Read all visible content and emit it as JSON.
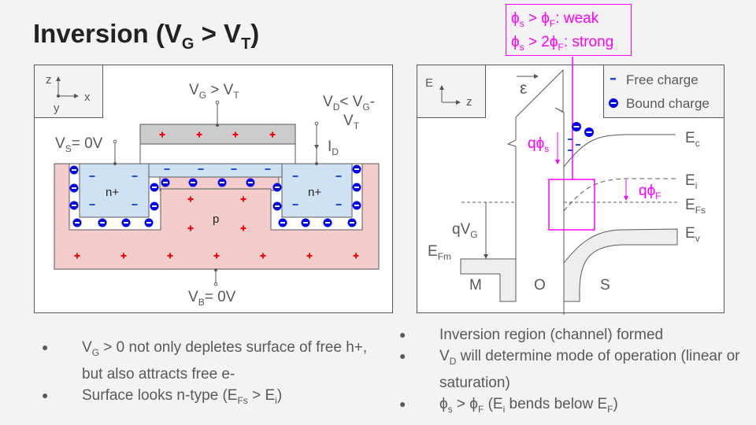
{
  "title": {
    "main": "Inversion (V",
    "sub1": "G",
    "mid": " > V",
    "sub2": "T",
    "end": ")"
  },
  "colors": {
    "accent": "#ff00ff",
    "bound_charge": "#0000ee",
    "free_charge": "#1f4fd6",
    "plus": "#ff0000",
    "substrate": "#f4cccc",
    "nplus": "#cfe2f3",
    "gate": "#cccccc"
  },
  "mosfet": {
    "axes": {
      "z": "z",
      "x": "x",
      "y": "y"
    },
    "gate_label": {
      "v": "V",
      "sub": "G",
      "rest": " > V",
      "sub2": "T"
    },
    "drain_label": {
      "line1a": "V",
      "sub_d": "D",
      "line1b": "< V",
      "sub_g": "G",
      "line1c": "-",
      "line2": "V",
      "sub_t": "T"
    },
    "source_label": {
      "v": "V",
      "sub": "S",
      "rest": "= 0V"
    },
    "current_label": {
      "i": "I",
      "sub": "D"
    },
    "body_label": {
      "v": "V",
      "sub": "B",
      "rest": "= 0V"
    },
    "nplus_label": "n+",
    "p_label": "p"
  },
  "band": {
    "axes": {
      "e": "E",
      "z": "z"
    },
    "field_symbol": "ε",
    "legend": {
      "free": "Free charge",
      "bound": "Bound charge"
    },
    "annot": {
      "line1": {
        "a": "ϕ",
        "s": "s",
        "b": " > ϕ",
        "f": "F",
        "c": ": weak"
      },
      "line2": {
        "a": "ϕ",
        "s": "s",
        "b": " > 2ϕ",
        "f": "F",
        "c": ": strong"
      }
    },
    "levels": {
      "ec": "E",
      "ec_sub": "c",
      "ei": "E",
      "ei_sub": "i",
      "efs": "E",
      "efs_sub": "Fs",
      "ev": "E",
      "ev_sub": "v",
      "efm": "E",
      "efm_sub": "Fm"
    },
    "q_phi_s": {
      "a": "qϕ",
      "sub": "s"
    },
    "q_phi_f": {
      "a": "qϕ",
      "sub": "F"
    },
    "q_vg": {
      "a": "qV",
      "sub": "G"
    },
    "regions": {
      "m": "M",
      "o": "O",
      "s": "S"
    }
  },
  "bullets_left": [
    {
      "a": "V",
      "sub": "G",
      "b": " > 0 not only depletes surface of free h+, but also attracts free e-"
    },
    {
      "a": "Surface looks n-type (E",
      "sub": "Fs",
      "b": " > E",
      "sub2": "i",
      "c": ")"
    }
  ],
  "bullets_right": [
    {
      "a": "Inversion region (channel) formed"
    },
    {
      "a": "V",
      "sub": "D",
      "b": " will determine mode of operation (linear or saturation)"
    },
    {
      "a": "ϕ",
      "sub": "s",
      "b": " > ϕ",
      "sub2": "F",
      "c": " (E",
      "sub3": "i",
      "d": " bends below E",
      "sub4": "F",
      "e": ")"
    }
  ]
}
